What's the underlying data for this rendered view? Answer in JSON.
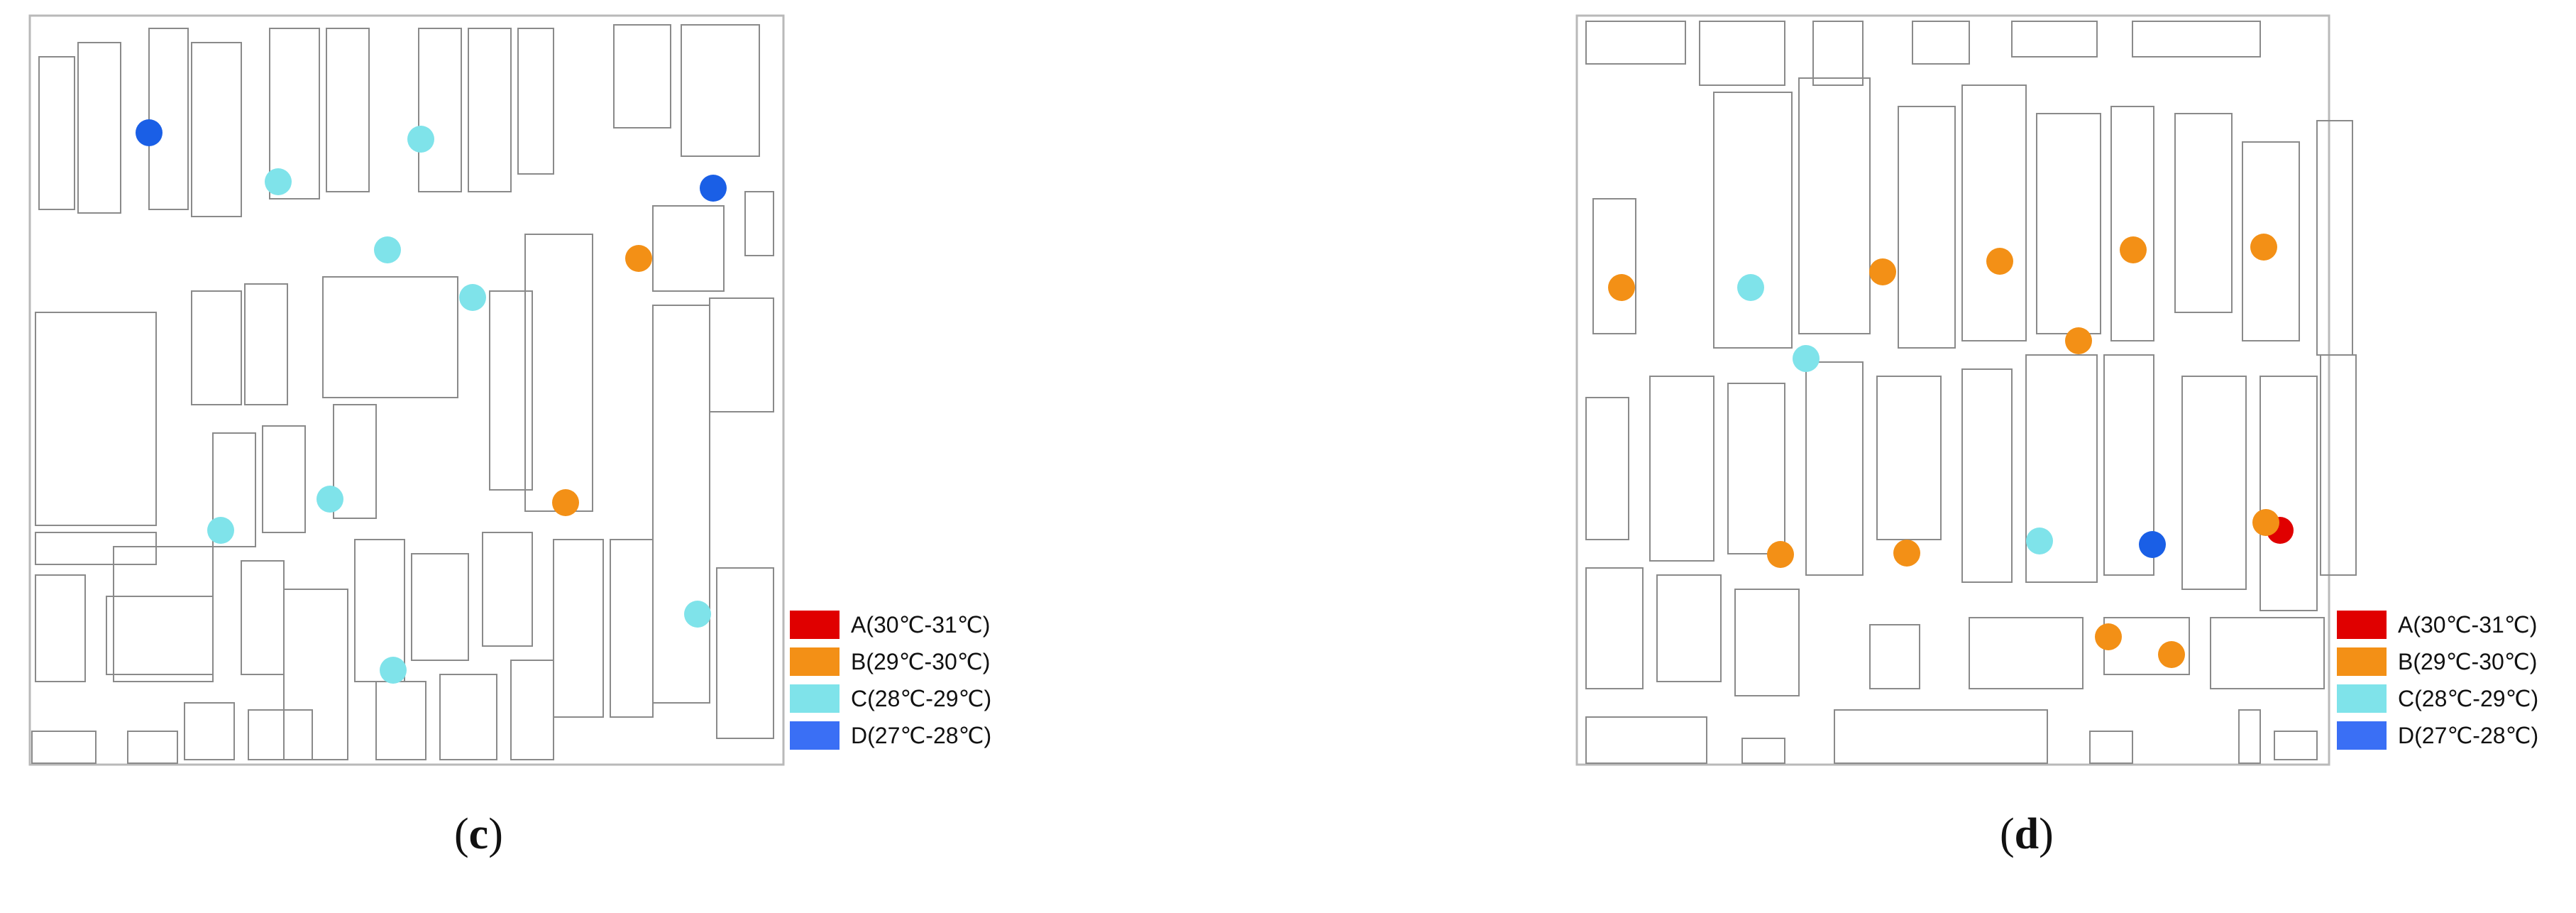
{
  "panels": [
    {
      "id": "c",
      "caption_open": "(",
      "caption_letter": "c",
      "caption_close": ")",
      "legend": [
        {
          "label": "A(30℃-31℃)",
          "color": "#e00000"
        },
        {
          "label": "B(29℃-30℃)",
          "color": "#f39016"
        },
        {
          "label": "C(28℃-29℃)",
          "color": "#7fe3ea"
        },
        {
          "label": "D(27℃-28℃)",
          "color": "#3a6ff5"
        }
      ],
      "points": [
        {
          "class": "D",
          "color": "#1a5fe6"
        },
        {
          "class": "C",
          "color": "#7fe3ea"
        },
        {
          "class": "C",
          "color": "#7fe3ea"
        },
        {
          "class": "C",
          "color": "#7fe3ea"
        },
        {
          "class": "C",
          "color": "#7fe3ea"
        },
        {
          "class": "D",
          "color": "#1a5fe6"
        },
        {
          "class": "B",
          "color": "#f39016"
        },
        {
          "class": "B",
          "color": "#f39016"
        },
        {
          "class": "C",
          "color": "#7fe3ea"
        },
        {
          "class": "C",
          "color": "#7fe3ea"
        },
        {
          "class": "C",
          "color": "#7fe3ea"
        },
        {
          "class": "C",
          "color": "#7fe3ea"
        }
      ]
    },
    {
      "id": "d",
      "caption_open": "(",
      "caption_letter": "d",
      "caption_close": ")",
      "legend": [
        {
          "label": "A(30℃-31℃)",
          "color": "#e00000"
        },
        {
          "label": "B(29℃-30℃)",
          "color": "#f39016"
        },
        {
          "label": "C(28℃-29℃)",
          "color": "#7fe3ea"
        },
        {
          "label": "D(27℃-28℃)",
          "color": "#3a6ff5"
        }
      ],
      "points": [
        {
          "class": "B",
          "color": "#f39016"
        },
        {
          "class": "C",
          "color": "#7fe3ea"
        },
        {
          "class": "C",
          "color": "#7fe3ea"
        },
        {
          "class": "B",
          "color": "#f39016"
        },
        {
          "class": "B",
          "color": "#f39016"
        },
        {
          "class": "B",
          "color": "#f39016"
        },
        {
          "class": "B",
          "color": "#f39016"
        },
        {
          "class": "B",
          "color": "#f39016"
        },
        {
          "class": "B",
          "color": "#f39016"
        },
        {
          "class": "B",
          "color": "#f39016"
        },
        {
          "class": "C",
          "color": "#7fe3ea"
        },
        {
          "class": "D",
          "color": "#1a5fe6"
        },
        {
          "class": "A",
          "color": "#e00000"
        },
        {
          "class": "B",
          "color": "#f39016"
        },
        {
          "class": "B",
          "color": "#f39016"
        },
        {
          "class": "B",
          "color": "#f39016"
        }
      ]
    }
  ],
  "colors": {
    "frame": "#b9b9b9",
    "building_stroke": "#8a8a8a"
  }
}
